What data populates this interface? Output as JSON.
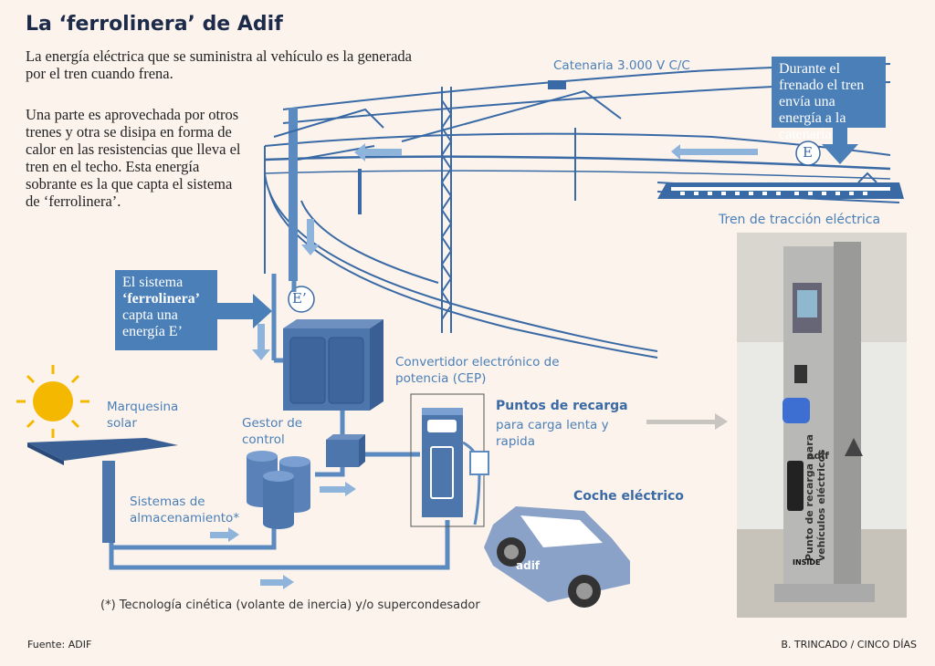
{
  "title": "La ‘ferrolinera’ de Adif",
  "intro": "La energía eléctrica que se suministra al vehículo es la generada por el tren cuando frena.",
  "paragraph": "Una parte es aprovechada por otros trenes y otra se disipa en forma de calor en las resistencias que lleva el tren en el techo. Esta energía sobrante es la que capta el sistema de ‘ferrolinera’.",
  "labels": {
    "catenary": "Catenaria 3.000 V C/C",
    "train": "Tren de tracción eléctrica",
    "converter": "Convertidor electrónico de potencia (CEP)",
    "control": "Gestor de control",
    "solar": "Marquesina solar",
    "storage": "Sistemas de almacenamiento*",
    "charge_title": "Puntos de recarga",
    "charge_sub": "para carga lenta y rapida",
    "car": "Coche eléctrico",
    "energy_e": "E",
    "energy_e2": "E’",
    "car_brand": "adif",
    "photo_title": "Punto de recarga para vehículos eléctricos",
    "photo_brand": "adif",
    "photo_logo": "INSIDE"
  },
  "callouts": {
    "braking": "Durante el frenado el tren envía una energía a la catenaria",
    "system_pre": "El sistema",
    "system_bold": "‘ferrolinera’",
    "system_post": "capta una energía E’"
  },
  "footnote": "(*) Tecnología cinética (volante de inercia) y/o supercondesador",
  "source": "Fuente: ADIF",
  "credit": "B. TRINCADO / CINCO DÍAS",
  "colors": {
    "accent": "#4a7fb8",
    "dark_blue": "#3a5f95",
    "callout": "#4a7fb8",
    "background": "#fbf3ec",
    "sun": "#f5b800"
  }
}
